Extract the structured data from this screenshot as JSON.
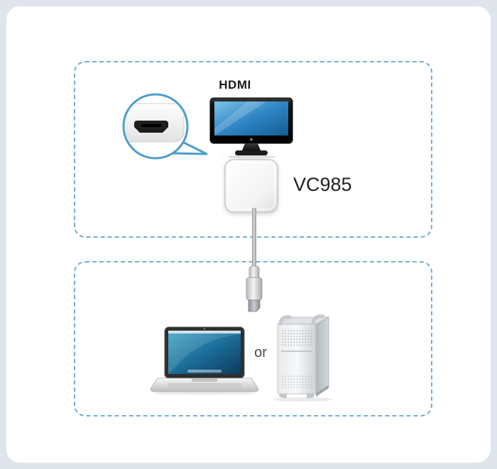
{
  "labels": {
    "hdmi": "HDMI",
    "product_model": "VC985",
    "or": "or"
  },
  "colors": {
    "page_background": "#dfe5ea",
    "card_background": "#ffffff",
    "dashed_border": "#74aed2",
    "heading_text": "#1a1a1a",
    "model_text": "#222222",
    "or_text": "#4a4a4a",
    "monitor_screen_blue": "#2f85c4",
    "callout_ring_blue": "#4d9dc9"
  },
  "graphics": {
    "monitor": "hdmi-display-icon",
    "port_callout": "hdmi-port-callout-icon",
    "adapter": "vc985-adapter-icon",
    "cable": "displayport-cable-icon",
    "laptop": "laptop-icon",
    "tower": "desktop-tower-icon"
  }
}
